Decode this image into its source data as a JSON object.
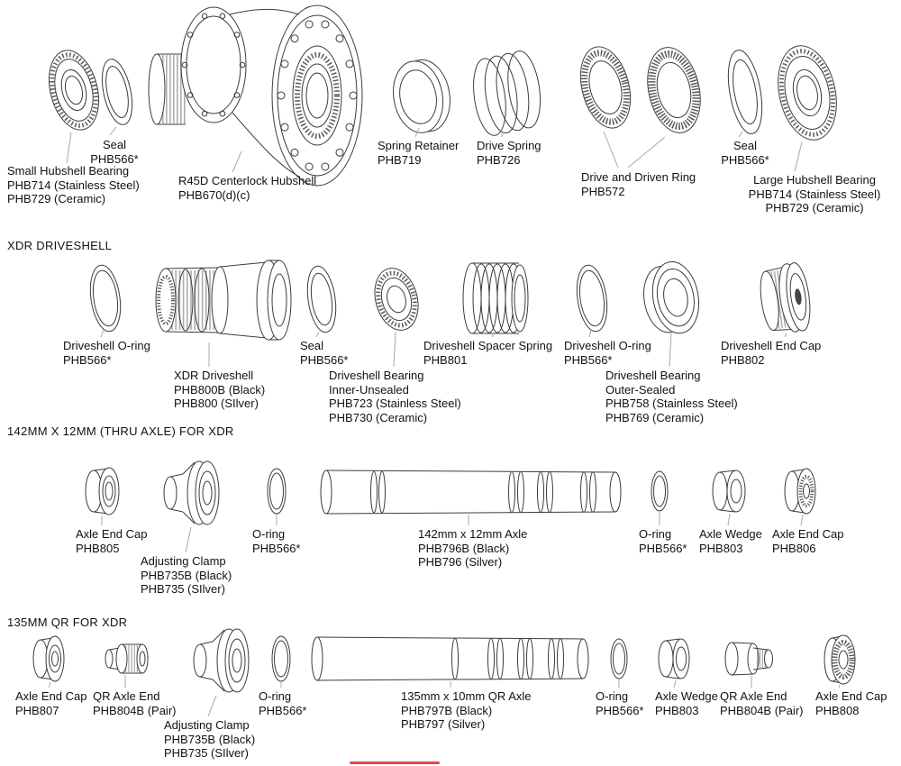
{
  "colors": {
    "line": "#3c3c3c",
    "leader": "#a8a8a8",
    "background": "#ffffff",
    "red_mark": "#e8474b"
  },
  "headers": {
    "xdr_driveshell": "XDR DRIVESHELL",
    "thru_axle": "142MM X 12MM (THRU AXLE) FOR XDR",
    "qr": "135MM QR FOR XDR"
  },
  "labels": {
    "seal_left": [
      "Seal",
      "PHB566*"
    ],
    "small_bearing": [
      "Small Hubshell Bearing",
      "PHB714 (Stainless Steel)",
      "PHB729 (Ceramic)"
    ],
    "hubshell": [
      "R45D Centerlock Hubshell",
      "PHB670(d)(c)"
    ],
    "spring_retainer": [
      "Spring Retainer",
      "PHB719"
    ],
    "drive_spring": [
      "Drive Spring",
      "PHB726"
    ],
    "drive_ring": [
      "Drive and Driven Ring",
      "PHB572"
    ],
    "seal_right": [
      "Seal",
      "PHB566*"
    ],
    "large_bearing": [
      "Large Hubshell Bearing",
      "PHB714 (Stainless Steel)",
      "PHB729 (Ceramic)"
    ],
    "ds_oring_left": [
      "Driveshell O-ring",
      "PHB566*"
    ],
    "xdr_driveshell": [
      "XDR Driveshell",
      "PHB800B (Black)",
      "PHB800 (SIlver)"
    ],
    "ds_seal": [
      "Seal",
      "PHB566*"
    ],
    "ds_bearing_inner": [
      "Driveshell Bearing",
      "Inner-Unsealed",
      "PHB723 (Stainless Steel)",
      "PHB730 (Ceramic)"
    ],
    "ds_spacer_spring": [
      "Driveshell Spacer Spring",
      "PHB801"
    ],
    "ds_oring_right": [
      "Driveshell O-ring",
      "PHB566*"
    ],
    "ds_bearing_outer": [
      "Driveshell Bearing",
      "Outer-Sealed",
      "PHB758 (Stainless Steel)",
      "PHB769 (Ceramic)"
    ],
    "ds_end_cap": [
      "Driveshell End Cap",
      "PHB802"
    ],
    "axle_end_cap_805": [
      "Axle End Cap",
      "PHB805"
    ],
    "adjusting_clamp_thru": [
      "Adjusting Clamp",
      "PHB735B (Black)",
      "PHB735 (SIlver)"
    ],
    "oring_thru_left": [
      "O-ring",
      "PHB566*"
    ],
    "axle_142": [
      "142mm x 12mm Axle",
      "PHB796B (Black)",
      "PHB796 (Silver)"
    ],
    "oring_thru_right": [
      "O-ring",
      "PHB566*"
    ],
    "axle_wedge_thru": [
      "Axle Wedge",
      "PHB803"
    ],
    "axle_end_cap_806": [
      "Axle End Cap",
      "PHB806"
    ],
    "axle_end_cap_807": [
      "Axle End Cap",
      "PHB807"
    ],
    "qr_axle_end_left": [
      "QR Axle End",
      "PHB804B (Pair)"
    ],
    "adjusting_clamp_qr": [
      "Adjusting Clamp",
      "PHB735B (Black)",
      "PHB735 (SIlver)"
    ],
    "oring_qr_left": [
      "O-ring",
      "PHB566*"
    ],
    "axle_135": [
      "135mm x 10mm QR Axle",
      "PHB797B (Black)",
      "PHB797 (Silver)"
    ],
    "oring_qr_right": [
      "O-ring",
      "PHB566*"
    ],
    "axle_wedge_qr": [
      "Axle Wedge",
      "PHB803"
    ],
    "qr_axle_end_right": [
      "QR Axle End",
      "PHB804B (Pair)"
    ],
    "axle_end_cap_808": [
      "Axle End Cap",
      "PHB808"
    ]
  }
}
